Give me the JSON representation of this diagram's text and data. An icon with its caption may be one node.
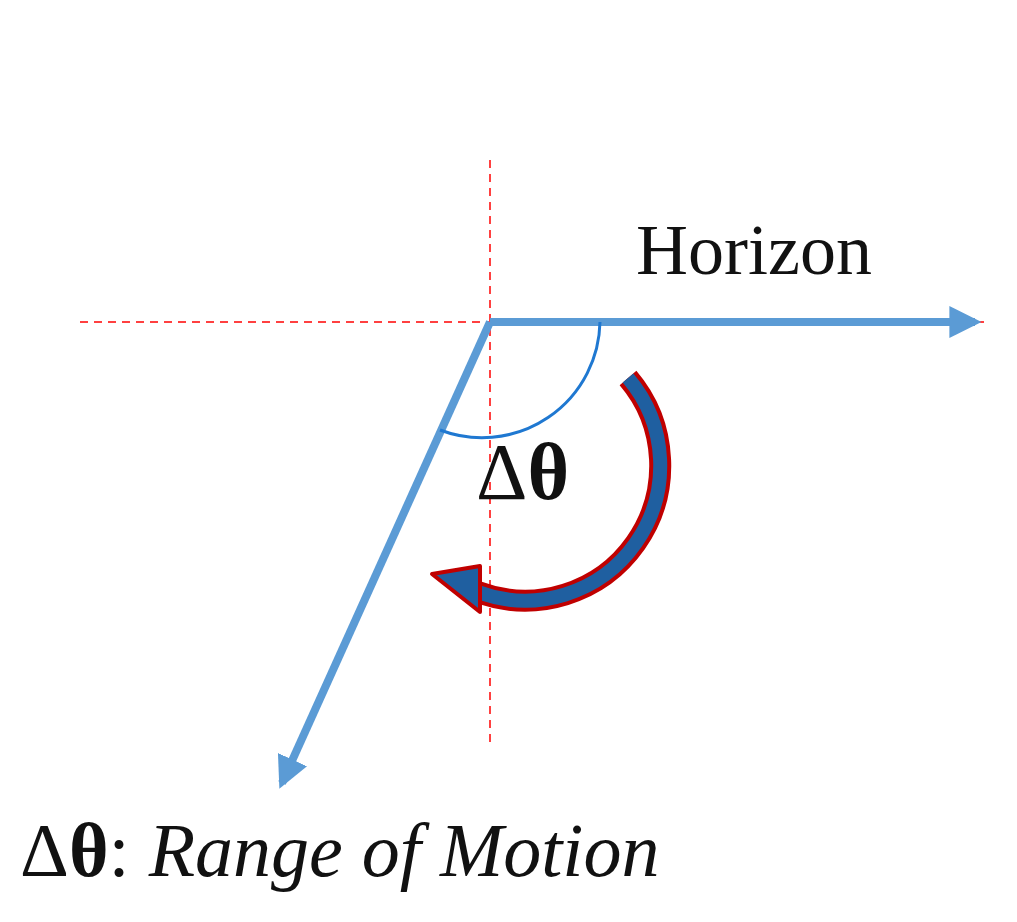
{
  "diagram": {
    "caption": "Δ**θ**: *Range of Motion*",
    "labels": [
      "Horizon",
      "Δ**θ**"
    ]
  }
}
